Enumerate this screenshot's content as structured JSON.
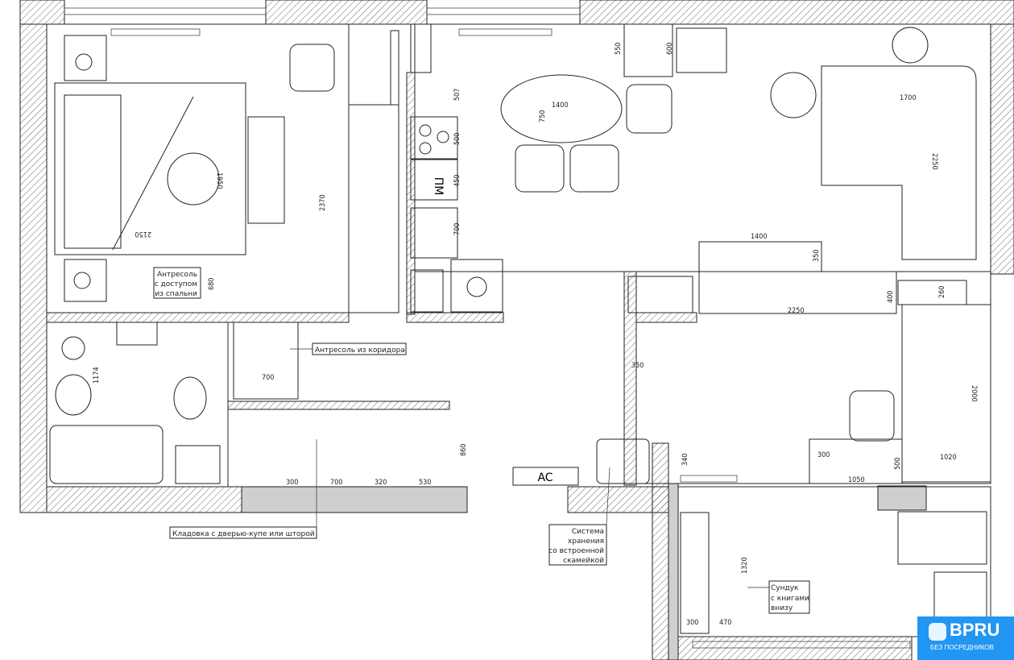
{
  "labels": {
    "mezzanine_bedroom": [
      "Антресоль",
      "с доступом",
      "из спальни"
    ],
    "mezzanine_corridor": "Антресоль из коридора",
    "closet": "Кладовка с дверью-купе или шторой",
    "storage_system": [
      "Система",
      "хранения",
      "со встроенной",
      "скамейкой"
    ],
    "chest": [
      "Сундук",
      "с книгами",
      "внизу"
    ],
    "ac": "AC",
    "dishwasher": "ПМ"
  },
  "dimensions": {
    "bed_w": "2150",
    "bed_l": "1950",
    "wardrobe": "2370",
    "mezz": "680",
    "bath": "1174",
    "corr_mezz": "700",
    "closet_a": "300",
    "closet_b": "700",
    "closet_c": "320",
    "closet_d": "530",
    "closet_h": "860",
    "k550": "550",
    "k600": "600",
    "k507": "507",
    "table_w": "750",
    "table_l": "1400",
    "k500": "500",
    "k450": "450",
    "k700": "700",
    "sofa_w": "1700",
    "sofa_l": "2250",
    "tv": "1400",
    "tv_d": "350",
    "cab_d": "400",
    "cab_l": "2250",
    "k260": "260",
    "c350": "350",
    "bed2_l": "2000",
    "c340": "340",
    "desk_a": "300",
    "desk_h": "500",
    "desk_l": "1050",
    "bed2_w": "1020",
    "b1320": "1320",
    "b300": "300",
    "b470": "470"
  },
  "brand": {
    "name": "BPRU",
    "tagline": "БЕЗ ПОСРЕДНИКОВ",
    "color": "#2196f3"
  }
}
